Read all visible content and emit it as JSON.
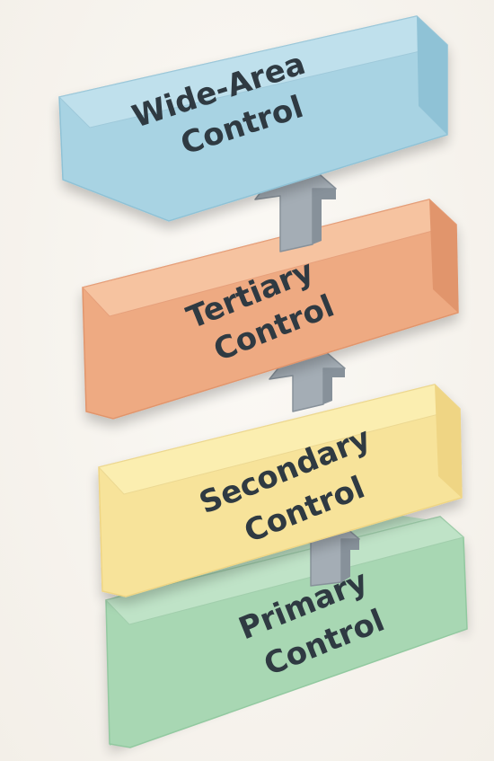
{
  "layers": [
    {
      "id": "wide-area",
      "line1": "Wide-Area",
      "line2": "Control",
      "colors": {
        "top": "#bfe0ec",
        "front": "#a8d3e3",
        "side": "#8fc2d6",
        "edge": "#9fc9da"
      }
    },
    {
      "id": "tertiary",
      "line1": "Tertiary",
      "line2": "Control",
      "colors": {
        "top": "#f6c3a0",
        "front": "#eeaa82",
        "side": "#e1956c",
        "edge": "#e6a07b"
      }
    },
    {
      "id": "secondary",
      "line1": "Secondary",
      "line2": "Control",
      "colors": {
        "top": "#fbeeb0",
        "front": "#f7e39a",
        "side": "#efd584",
        "edge": "#ecd892"
      }
    },
    {
      "id": "primary",
      "line1": "Primary",
      "line2": "Control",
      "colors": {
        "top": "#bfe3c7",
        "front": "#a8d7b3",
        "side": "#92c9a0",
        "edge": "#a1ceac"
      }
    }
  ],
  "arrow_color": {
    "face": "#a4adb5",
    "shade": "#87919a",
    "light": "#c3cad0"
  }
}
